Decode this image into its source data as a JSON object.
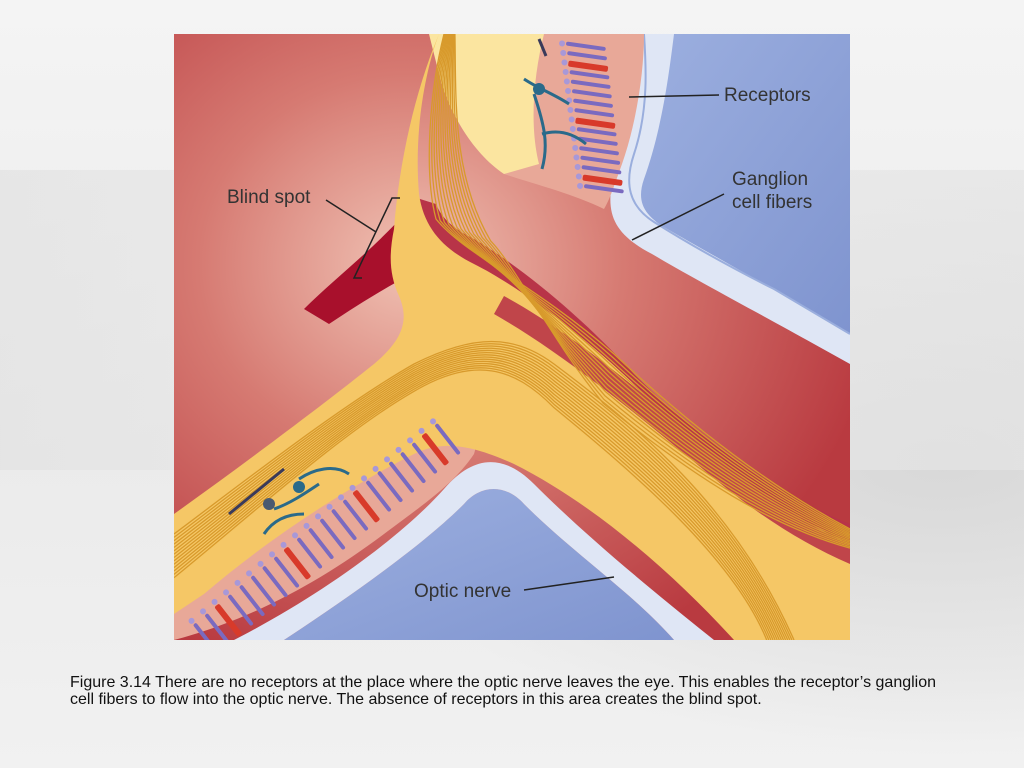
{
  "labels": {
    "receptors": "Receptors",
    "ganglion_line1": "Ganglion",
    "ganglion_line2": "cell fibers",
    "blind_spot": "Blind spot",
    "optic_nerve": "Optic nerve"
  },
  "caption": "Figure 3.14  There are no receptors at the place where the optic nerve leaves the eye. This enables the receptor’s ganglion cell fibers to flow into the optic nerve. The absence of receptors in this area creates the blind spot.",
  "colors": {
    "vitreous": "#c0454a",
    "blood_vessel": "#a8102c",
    "fibers": "#f5c766",
    "fiber_lines": "#d89a2c",
    "sclera_blue": "#8fa3d8",
    "pale_blue": "#dfe6f5",
    "retina_pink": "#e8a898",
    "receptor_purple": "#7a6ac0",
    "cone_red": "#d83a2a"
  }
}
